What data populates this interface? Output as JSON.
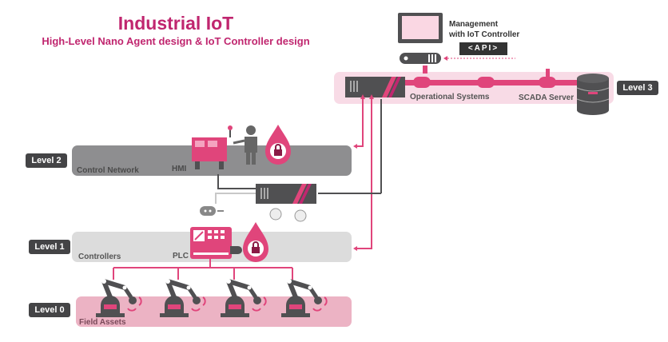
{
  "header": {
    "title": "Industrial IoT",
    "subtitle": "High-Level Nano Agent design & IoT Controller design"
  },
  "management": {
    "line1": "Management",
    "line2": "with IoT Controller",
    "api_label": "<API>"
  },
  "levels": {
    "level3": {
      "badge": "Level 3",
      "labels": [
        "Operational Systems",
        "SCADA Server"
      ]
    },
    "level2": {
      "badge": "Level 2",
      "band_label": "Control Network",
      "device_label": "HMI"
    },
    "level1": {
      "badge": "Level 1",
      "band_label": "Controllers",
      "device_label": "PLC"
    },
    "level0": {
      "badge": "Level 0",
      "band_label": "Field Assets",
      "robot_count": 4
    }
  },
  "colors": {
    "accent": "#e0457b",
    "title": "#c0266f",
    "dark": "#505052",
    "level3_band": "#f8dbe6",
    "level2_band": "#8e8e90",
    "level1_band": "#dcdcdc",
    "level0_band": "#ecb3c4",
    "lock": "#8a1a45"
  }
}
